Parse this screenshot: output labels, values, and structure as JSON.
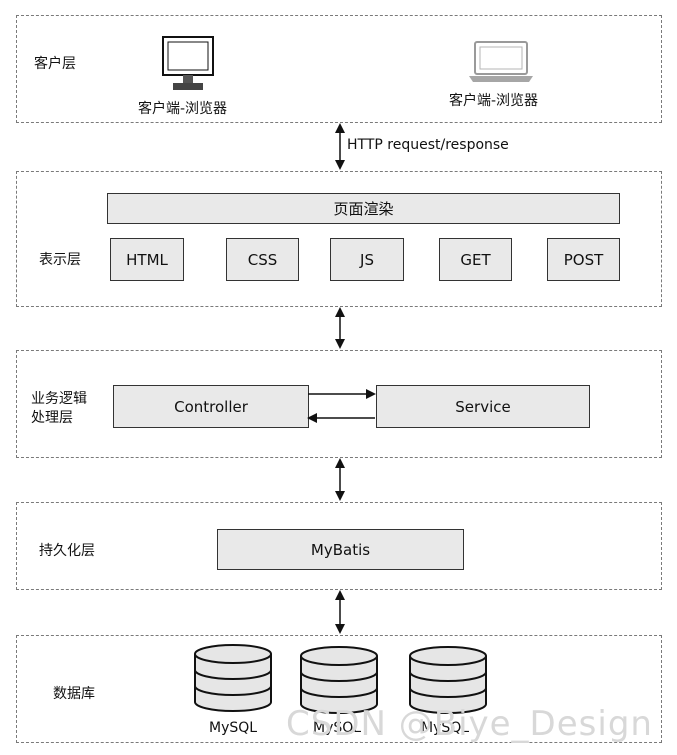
{
  "client_layer": {
    "label": "客户层",
    "client1_label": "客户端-浏览器",
    "client2_label": "客户端-浏览器"
  },
  "connector": {
    "http_label": "HTTP request/response"
  },
  "presentation_layer": {
    "label": "表示层",
    "render_label": "页面渲染",
    "items": [
      "HTML",
      "CSS",
      "JS",
      "GET",
      "POST"
    ]
  },
  "business_layer": {
    "label_line1": "业务逻辑",
    "label_line2": "处理层",
    "controller_label": "Controller",
    "service_label": "Service"
  },
  "persistence_layer": {
    "label": "持久化层",
    "mybatis_label": "MyBatis"
  },
  "data_layer": {
    "label": "数据库",
    "db_labels": [
      "MySQL",
      "MySQL",
      "MySQL"
    ]
  },
  "watermark": "CSDN @Biye_Design",
  "icons": {
    "monitor": "monitor-icon",
    "laptop": "laptop-icon",
    "database": "database-icon"
  }
}
